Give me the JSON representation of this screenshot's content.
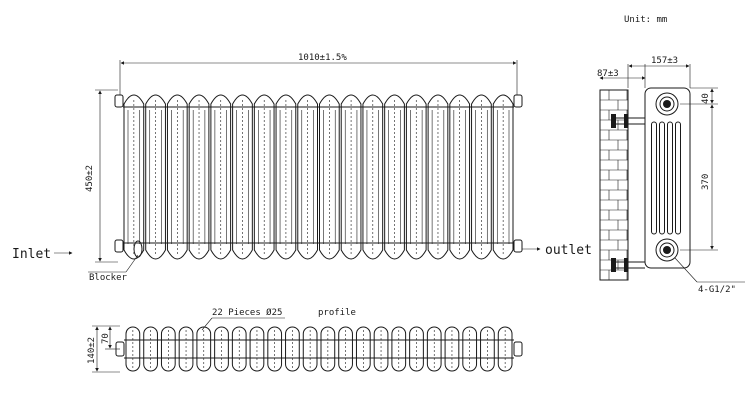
{
  "labels": {
    "unit": "Unit: mm",
    "width": "1010±1.5%",
    "height": "450±2",
    "inlet": "Inlet",
    "outlet": "outlet",
    "blocker": "Blocker",
    "depth_total": "157±3",
    "wall_gap": "87±3",
    "top_offset": "40",
    "centers": "370",
    "fittings": "4-G1/2\"",
    "pieces": "22 Pieces Ø25",
    "profile": "profile",
    "profile_height": "140±2",
    "profile_inner": "70"
  },
  "counts": {
    "sections_front": 18,
    "pieces_profile": 22
  }
}
